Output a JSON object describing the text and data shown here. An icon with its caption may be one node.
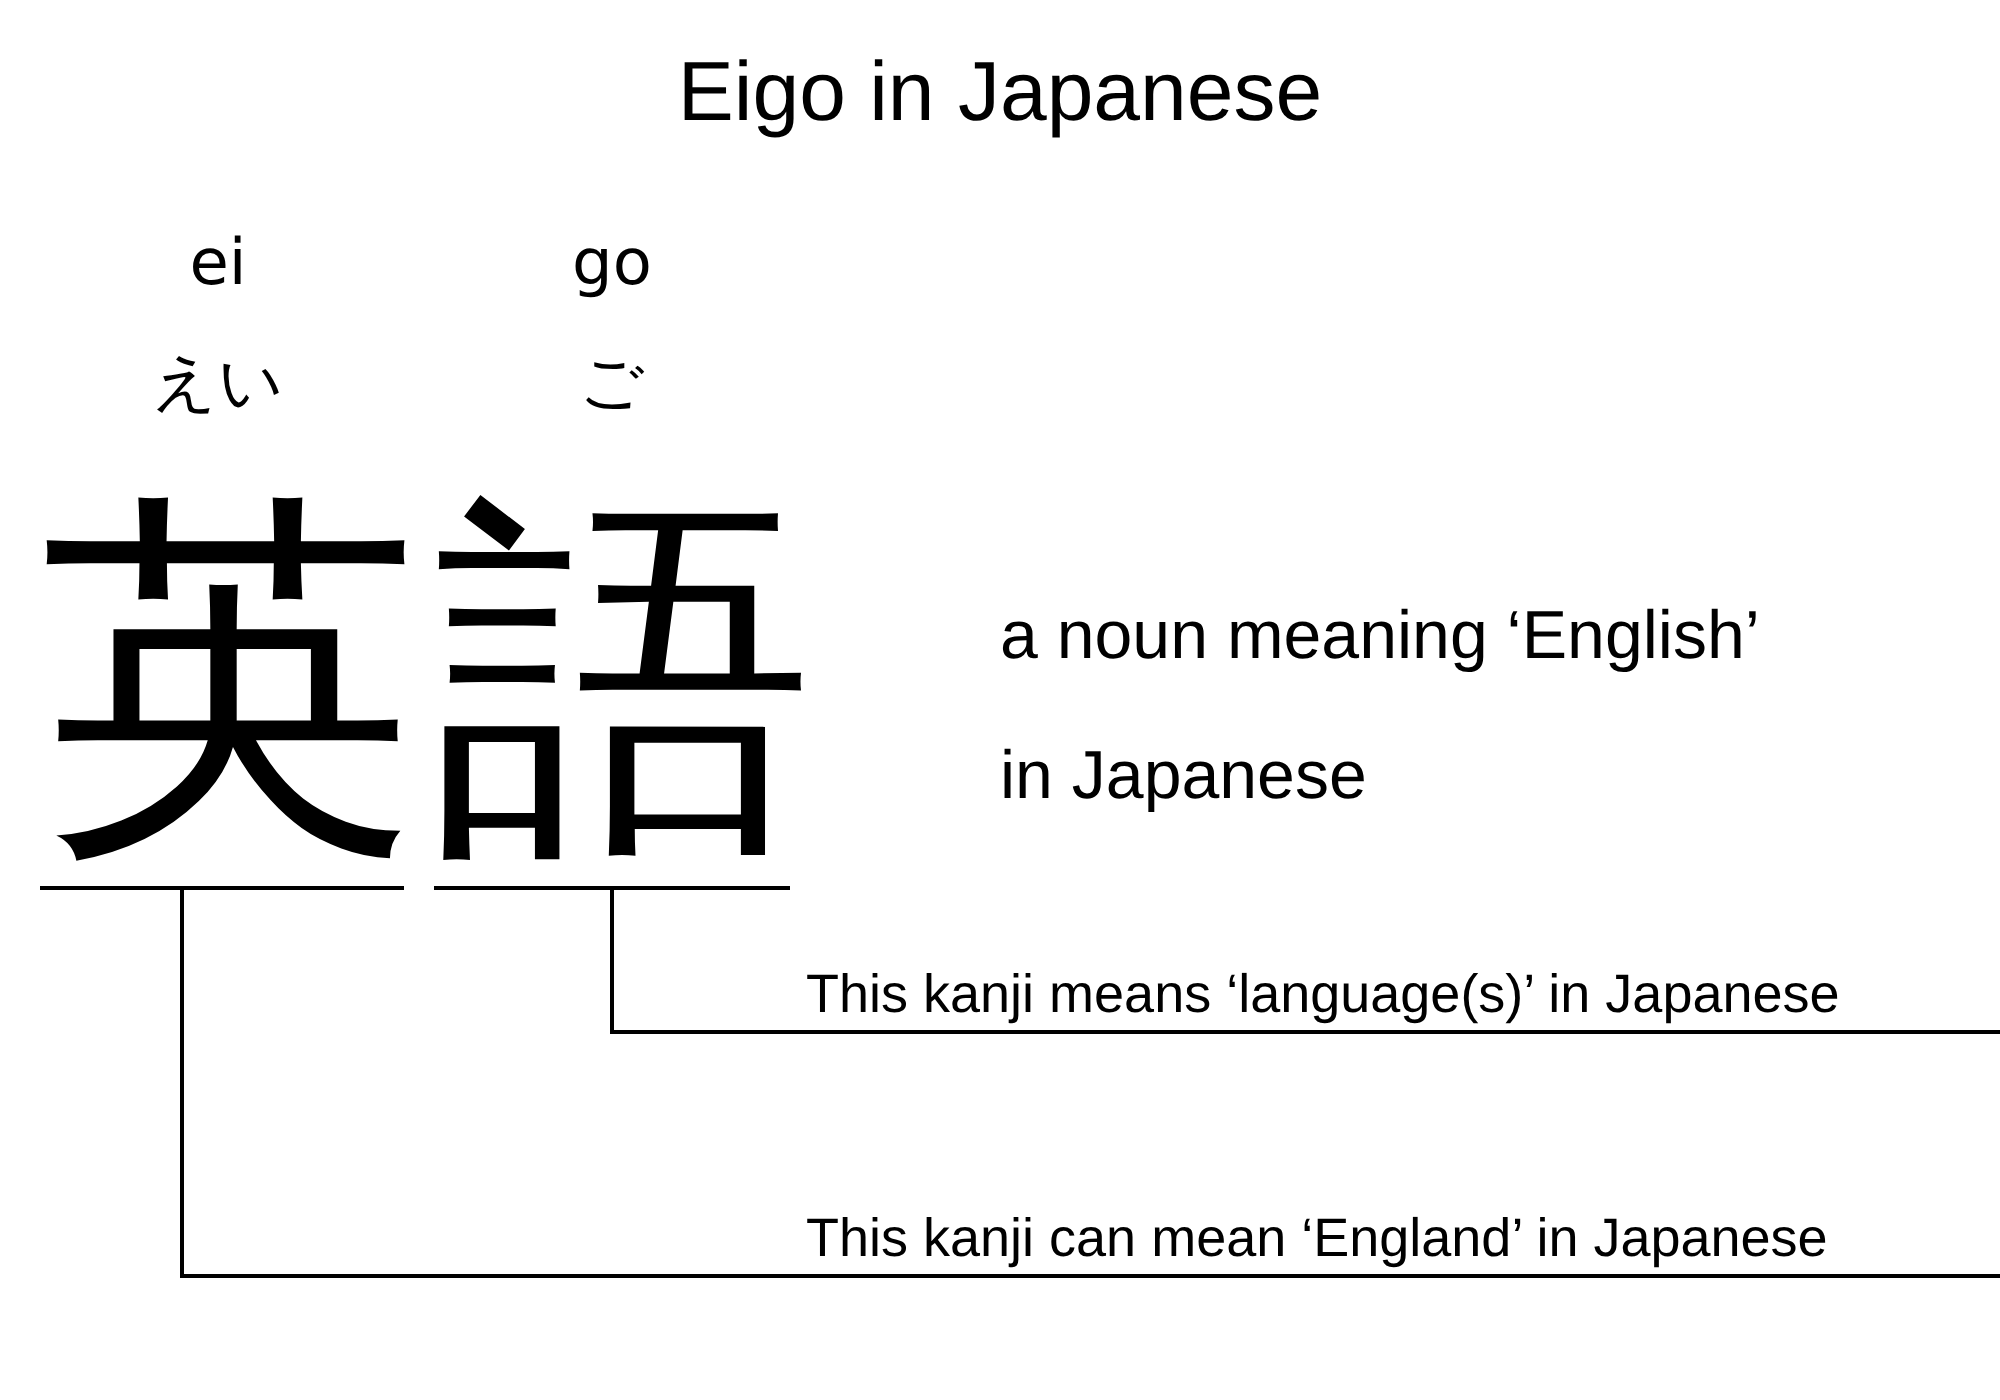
{
  "diagram": {
    "title": "Eigo in Japanese",
    "nodes": [
      {
        "text": [
          "英"
        ],
        "beside": [
          "ei",
          "えい"
        ]
      },
      {
        "text": [
          "語"
        ],
        "beside": [
          "go",
          "ご"
        ]
      },
      {
        "text": [
          "This kanji means ‘language(s)’ in Japanese"
        ]
      },
      {
        "text": [
          "This kanji can mean ‘England’ in Japanese"
        ]
      }
    ],
    "edges": [
      {
        "from": 2,
        "to": 1,
        "arrow": "none"
      },
      {
        "from": 3,
        "to": 0,
        "arrow": "none"
      }
    ],
    "labels": [
      "a noun meaning ‘English’ in Japanese"
    ]
  }
}
